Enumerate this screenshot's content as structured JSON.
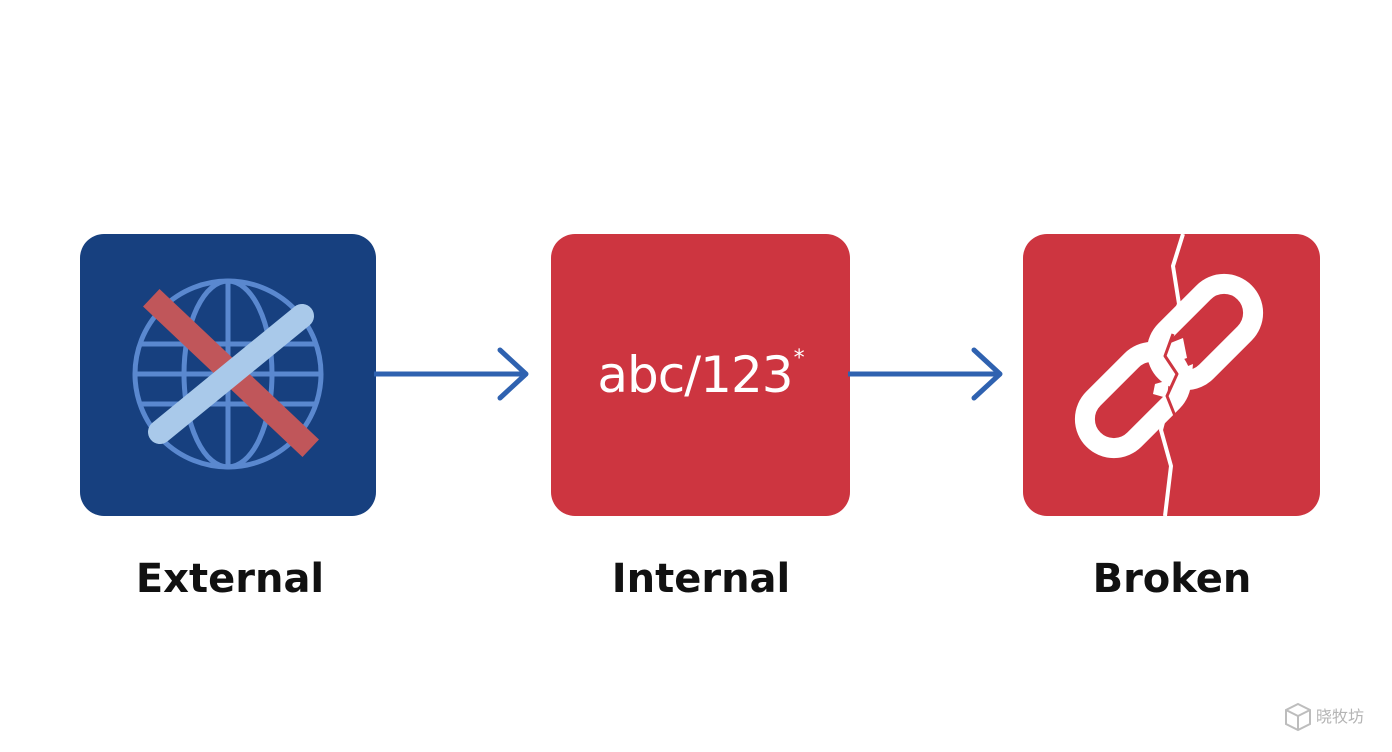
{
  "nodes": [
    {
      "id": "external",
      "label": "External",
      "icon": "globe-crossed-icon",
      "background": "#17407f"
    },
    {
      "id": "internal",
      "label": "Internal",
      "text_main": "abc/123",
      "text_super": "*",
      "background": "#cd3540"
    },
    {
      "id": "broken",
      "label": "Broken",
      "icon": "broken-chain-link-icon",
      "background": "#cd3540"
    }
  ],
  "connectors": [
    {
      "from": "external",
      "to": "internal",
      "color": "#2f62b0"
    },
    {
      "from": "internal",
      "to": "broken",
      "color": "#2f62b0"
    }
  ],
  "watermark": {
    "icon": "cube-logo-icon",
    "text": "晓牧坊"
  }
}
